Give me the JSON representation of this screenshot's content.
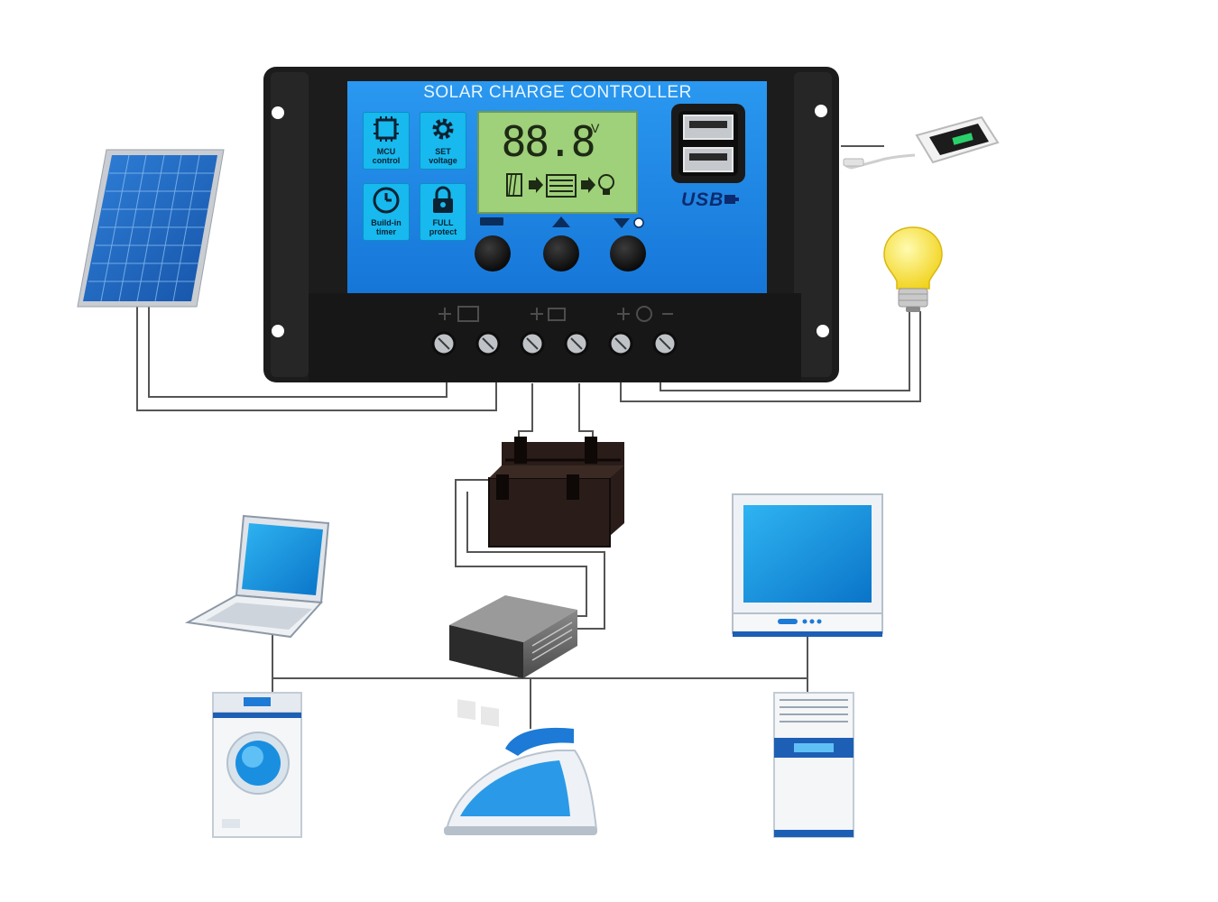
{
  "controller": {
    "title": "SOLAR CHARGE CONTROLLER",
    "display_value": "88.8",
    "display_unit": "V",
    "usb_label": "USB",
    "features": [
      {
        "name": "mcu-control",
        "lines": [
          "MCU",
          "control"
        ],
        "icon": "chip-icon"
      },
      {
        "name": "set-voltage",
        "lines": [
          "SET",
          "voltage"
        ],
        "icon": "gear-icon"
      },
      {
        "name": "build-in-timer",
        "lines": [
          "Build-in",
          "timer"
        ],
        "icon": "clock-icon"
      },
      {
        "name": "full-protect",
        "lines": [
          "FULL",
          "protect"
        ],
        "icon": "lock-icon"
      }
    ],
    "buttons": [
      "mode-icon",
      "up-triangle-icon",
      "down-triangle-icon"
    ],
    "terminals": [
      "solar-plus",
      "solar-minus",
      "battery-plus",
      "battery-minus",
      "load-plus",
      "load-minus"
    ]
  },
  "devices": [
    "solar-panel",
    "smartphone",
    "light-bulb",
    "battery",
    "power-inverter",
    "laptop",
    "monitor",
    "washing-machine",
    "steam-iron",
    "air-conditioner"
  ],
  "colors": {
    "panel_blue": "#1e86e8",
    "lcd_green": "#9fd07a",
    "housing": "#1c1c1c",
    "key_cyan": "#17b9ee",
    "wire": "#555555"
  }
}
